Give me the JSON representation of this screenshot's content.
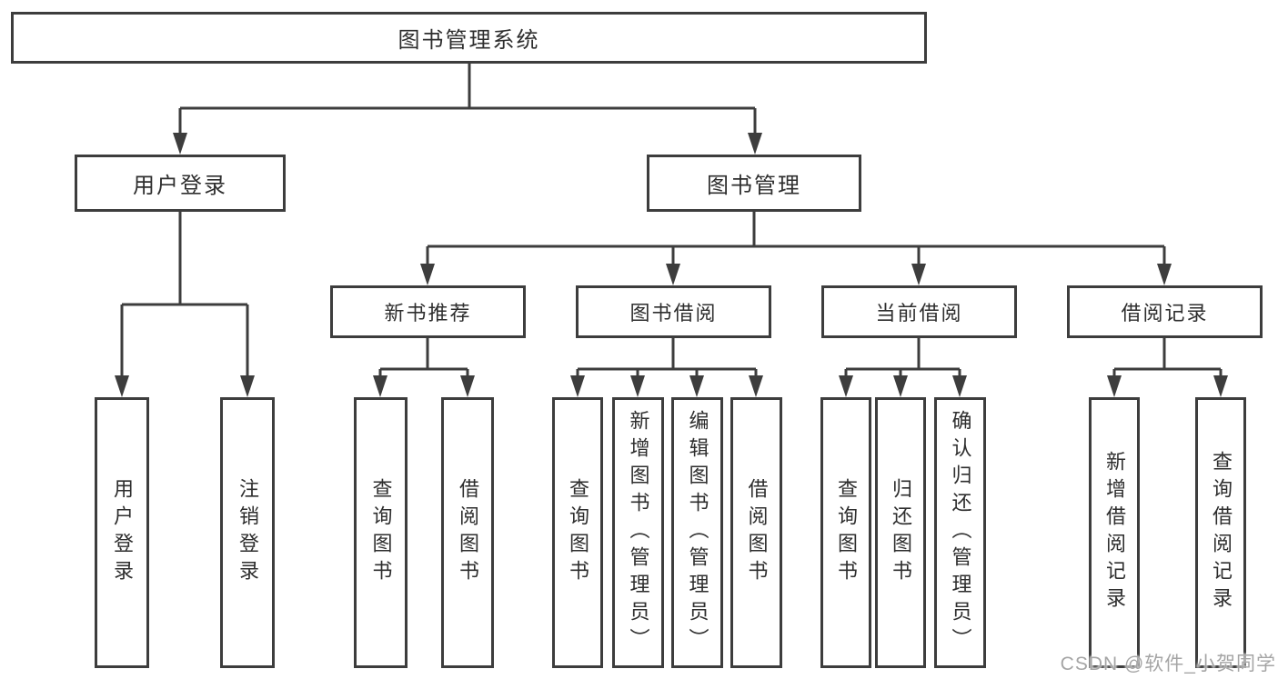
{
  "colors": {
    "line": "#3d3d3d",
    "text": "#2e2e2e",
    "watermark_text": "#a5a5a5",
    "background": "#ffffff"
  },
  "watermark": "CSDN @软件_小贺同学",
  "nodes": {
    "root": "图书管理系统",
    "user_login": {
      "label": "用户登录",
      "children": [
        "用户登录",
        "注销登录"
      ]
    },
    "book_mgmt": {
      "label": "图书管理",
      "sections": {
        "new_books": {
          "label": "新书推荐",
          "children": [
            "查询图书",
            "借阅图书"
          ]
        },
        "book_borrow": {
          "label": "图书借阅",
          "children": [
            "查询图书",
            "新增图书（管理员）",
            "编辑图书（管理员）",
            "借阅图书"
          ]
        },
        "current_borrow": {
          "label": "当前借阅",
          "children": [
            "查询图书",
            "归还图书",
            "确认归还（管理员）"
          ]
        },
        "borrow_records": {
          "label": "借阅记录",
          "children": [
            "新增借阅记录",
            "查询借阅记录"
          ]
        }
      }
    }
  }
}
